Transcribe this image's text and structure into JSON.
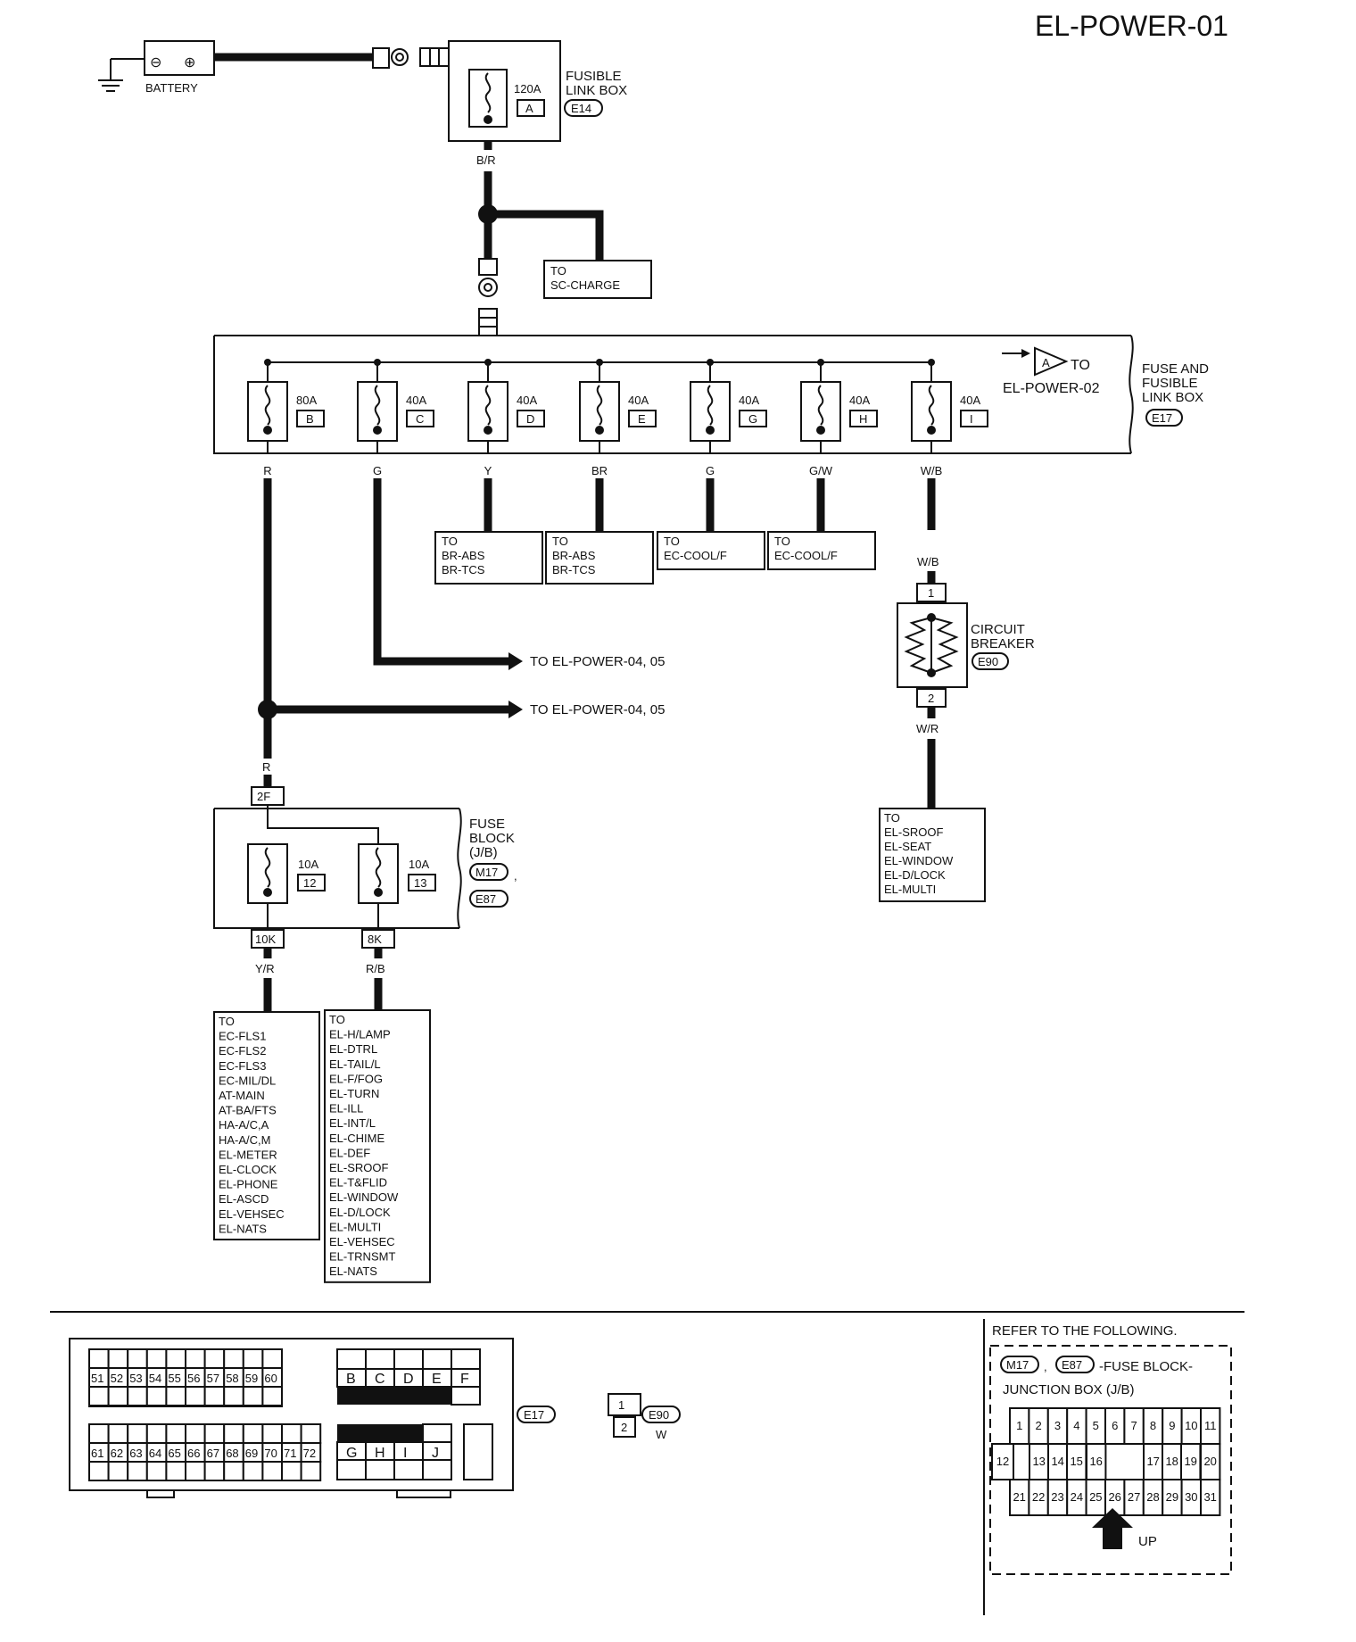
{
  "page_title": "EL-POWER-01",
  "battery": {
    "label": "BATTERY",
    "minus": "⊖",
    "plus": "⊕"
  },
  "fusible_link_box": {
    "label_lines": [
      "FUSIBLE",
      "LINK BOX"
    ],
    "connector": "E14",
    "fuse_amp": "120A",
    "fuse_id": "A",
    "wire": "B/R"
  },
  "sc_charge": {
    "lines": [
      "TO",
      "SC-CHARGE"
    ]
  },
  "fuse_and_fusible_link_box": {
    "label_lines": [
      "FUSE AND",
      "FUSIBLE",
      "LINK BOX"
    ],
    "connector": "E17",
    "to_label": "TO",
    "to_target": "EL-POWER-02",
    "arrow_id": "A",
    "fuses": [
      {
        "amp": "80A",
        "id": "B",
        "wire": "R"
      },
      {
        "amp": "40A",
        "id": "C",
        "wire": "G"
      },
      {
        "amp": "40A",
        "id": "D",
        "wire": "Y"
      },
      {
        "amp": "40A",
        "id": "E",
        "wire": "BR"
      },
      {
        "amp": "40A",
        "id": "G",
        "wire": "G"
      },
      {
        "amp": "40A",
        "id": "H",
        "wire": "G/W"
      },
      {
        "amp": "40A",
        "id": "I",
        "wire": "W/B"
      }
    ]
  },
  "dest_boxes": [
    {
      "lines": [
        "TO",
        "BR-ABS",
        "BR-TCS"
      ]
    },
    {
      "lines": [
        "TO",
        "BR-ABS",
        "BR-TCS"
      ]
    },
    {
      "lines": [
        "TO",
        "EC-COOL/F"
      ]
    },
    {
      "lines": [
        "TO",
        "EC-COOL/F"
      ]
    }
  ],
  "arrows": [
    {
      "label": "TO EL-POWER-04, 05"
    },
    {
      "label": "TO EL-POWER-04, 05"
    }
  ],
  "circuit_breaker": {
    "label_lines": [
      "CIRCUIT",
      "BREAKER"
    ],
    "connector": "E90",
    "wire_in": "W/B",
    "wire_out": "W/R",
    "pin_top": "1",
    "pin_bottom": "2"
  },
  "cb_dest": {
    "lines": [
      "TO",
      "EL-SROOF",
      "EL-SEAT",
      "EL-WINDOW",
      "EL-D/LOCK",
      "EL-MULTI"
    ]
  },
  "fuse_block": {
    "label_lines": [
      "FUSE",
      "BLOCK",
      "(J/B)"
    ],
    "connector1": "M17",
    "connector2": "E87",
    "comma": ",",
    "wire_in": "R",
    "in_pin": "2F",
    "fuses": [
      {
        "amp": "10A",
        "id": "12",
        "pin": "10K",
        "wire": "Y/R"
      },
      {
        "amp": "10A",
        "id": "13",
        "pin": "8K",
        "wire": "R/B"
      }
    ]
  },
  "fb_dest_left": {
    "lines": [
      "TO",
      "EC-FLS1",
      "EC-FLS2",
      "EC-FLS3",
      "EC-MIL/DL",
      "AT-MAIN",
      "AT-BA/FTS",
      "HA-A/C,A",
      "HA-A/C,M",
      "EL-METER",
      "EL-CLOCK",
      "EL-PHONE",
      "EL-ASCD",
      "EL-VEHSEC",
      "EL-NATS"
    ]
  },
  "fb_dest_right": {
    "lines": [
      "TO",
      "EL-H/LAMP",
      "EL-DTRL",
      "EL-TAIL/L",
      "EL-F/FOG",
      "EL-TURN",
      "EL-ILL",
      "EL-INT/L",
      "EL-CHIME",
      "EL-DEF",
      "EL-SROOF",
      "EL-T&FLID",
      "EL-WINDOW",
      "EL-D/LOCK",
      "EL-MULTI",
      "EL-VEHSEC",
      "EL-TRNSMT",
      "EL-NATS"
    ]
  },
  "e17_connector": {
    "label": "E17",
    "row1": [
      "51",
      "52",
      "53",
      "54",
      "55",
      "56",
      "57",
      "58",
      "59",
      "60"
    ],
    "row2": [
      "61",
      "62",
      "63",
      "64",
      "65",
      "66",
      "67",
      "68",
      "69",
      "70",
      "71",
      "72"
    ],
    "top_letters": [
      "B",
      "C",
      "D",
      "E",
      "F"
    ],
    "bottom_letters": [
      "G",
      "H",
      "I",
      "J"
    ]
  },
  "e90_connector": {
    "label": "E90",
    "color": "W",
    "pins": [
      "1",
      "2"
    ]
  },
  "refer": {
    "title": "REFER TO THE FOLLOWING.",
    "c1": "M17",
    "sep": ",",
    "c2": "E87",
    "desc1": "-FUSE BLOCK-",
    "desc2": "JUNCTION BOX (J/B)",
    "row1": [
      "1",
      "2",
      "3",
      "4",
      "5",
      "6",
      "7",
      "8",
      "9",
      "10",
      "11"
    ],
    "row2": [
      "12",
      "13",
      "14",
      "15",
      "16",
      "17",
      "18",
      "19",
      "20"
    ],
    "row3": [
      "21",
      "22",
      "23",
      "24",
      "25",
      "26",
      "27",
      "28",
      "29",
      "30",
      "31"
    ],
    "up": "UP"
  }
}
